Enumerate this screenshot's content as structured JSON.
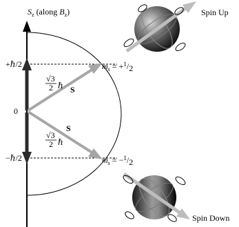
{
  "axis": {
    "label_prefix": "S",
    "label_sub": "z",
    "label_mid": " (along ",
    "label_B": "B",
    "label_B_sub": "z",
    "label_end": ")"
  },
  "levels": {
    "plus": "+ℏ/2",
    "zero": "0",
    "minus": "−ℏ/2"
  },
  "states": {
    "up": {
      "ms_prefix": "m",
      "ms_sub": "s",
      "ms_value": " = +",
      "ms_num": "1",
      "ms_den": "2"
    },
    "down": {
      "ms_prefix": "m",
      "ms_sub": "s",
      "ms_value": " = −",
      "ms_num": "1",
      "ms_den": "2"
    }
  },
  "vectors": {
    "symbol": "S",
    "magnitude_num": "√3",
    "magnitude_den": "2",
    "magnitude_unit": "ℏ"
  },
  "spins": {
    "up_label": "Spin Up",
    "down_label": "Spin Down"
  },
  "colors": {
    "arrow_gray": "#a6a6a6",
    "axis_dark": "#2b2b2b",
    "line": "#000000"
  }
}
